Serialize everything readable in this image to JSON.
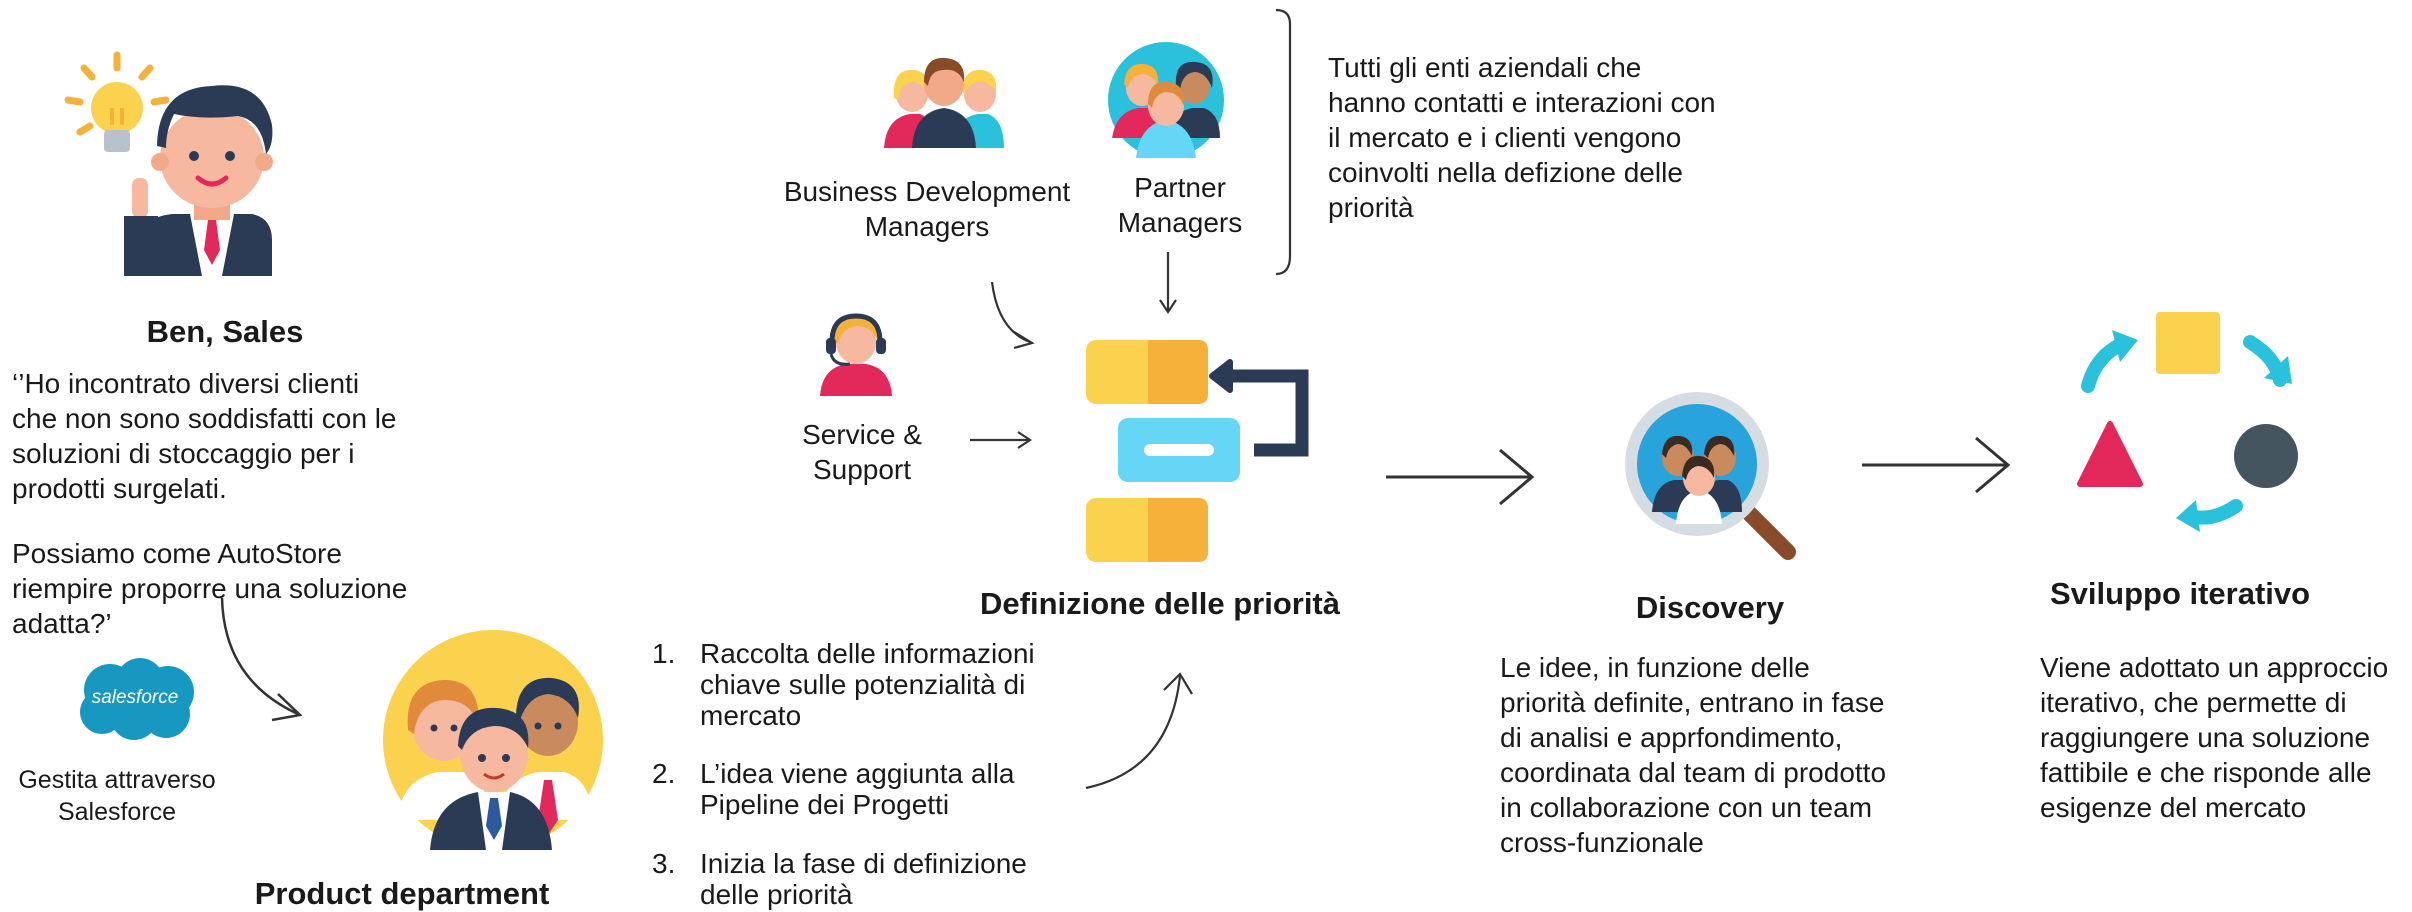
{
  "ben": {
    "name": "Ben, Sales",
    "quote_lines": [
      "‘’Ho incontrato diversi clienti",
      "che non sono soddisfatti con le",
      "soluzioni di stoccaggio per i",
      "prodotti surgelati."
    ],
    "question_lines": [
      "Possiamo come AutoStore",
      "riempire proporre una soluzione",
      "adatta?’"
    ]
  },
  "salesforce": {
    "logo_text": "salesforce",
    "caption_lines": [
      "Gestita attraverso",
      "Salesforce"
    ]
  },
  "product_department": {
    "label": "Product department"
  },
  "roles": {
    "bdm_lines": [
      "Business Development",
      "Managers"
    ],
    "partner_lines": [
      "Partner",
      "Managers"
    ],
    "service_lines": [
      "Service &",
      "Support"
    ]
  },
  "bracket_note_lines": [
    "Tutti gli enti aziendali che",
    "hanno contatti e interazioni con",
    "il mercato e i clienti vengono",
    "coinvolti nella defizione delle",
    "priorità"
  ],
  "prioritization": {
    "title": "Definizione delle priorità"
  },
  "steps": [
    {
      "num": "1.",
      "lines": [
        "Raccolta delle informazioni",
        "chiave sulle potenzialità di",
        "mercato"
      ]
    },
    {
      "num": "2.",
      "lines": [
        "L’idea viene aggiunta alla",
        "Pipeline dei Progetti"
      ]
    },
    {
      "num": "3.",
      "lines": [
        "Inizia la fase di definizione",
        "delle priorità"
      ]
    }
  ],
  "discovery": {
    "title": "Discovery",
    "desc_lines": [
      "Le idee, in funzione delle",
      "priorità definite, entrano in fase",
      "di analisi e apprfondimento,",
      "coordinata dal team di prodotto",
      "in collaborazione con un team",
      "cross-funzionale"
    ]
  },
  "iterative": {
    "title": "Sviluppo iterativo",
    "desc_lines": [
      "Viene adottato un approccio",
      "iterativo, che permette di",
      "raggiungere una soluzione",
      "fattibile e che risponde alle",
      "esigenze del mercato"
    ]
  },
  "colors": {
    "yellow": "#fbd24e",
    "orange": "#f6b13a",
    "cyan": "#29c1dc",
    "blue_light": "#66d6f7",
    "navy": "#2b3a55",
    "red": "#e3285b",
    "gray": "#455560",
    "salesforce_blue": "#1798c1"
  },
  "icons": [
    "businessman-idea-icon",
    "team-icon",
    "partner-team-icon",
    "support-agent-icon",
    "pipeline-priority-icon",
    "discovery-magnifier-icon",
    "iterative-cycle-icon",
    "salesforce-cloud-icon",
    "product-team-icon"
  ]
}
